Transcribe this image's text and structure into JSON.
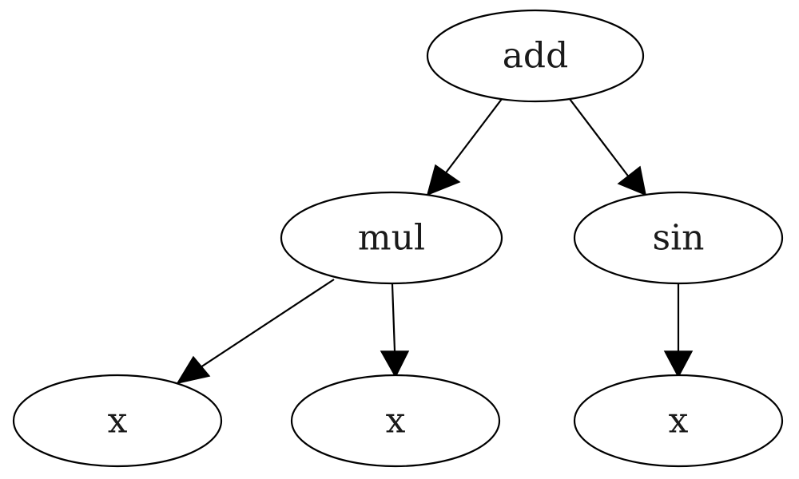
{
  "diagram": {
    "type": "expression-tree",
    "colors": {
      "node_fill": "#ffffff",
      "stroke": "#000000",
      "text": "#1a1a1a"
    },
    "nodes": [
      {
        "id": "n0",
        "label": "add"
      },
      {
        "id": "n1",
        "label": "mul"
      },
      {
        "id": "n2",
        "label": "sin"
      },
      {
        "id": "n3",
        "label": "x"
      },
      {
        "id": "n4",
        "label": "x"
      },
      {
        "id": "n5",
        "label": "x"
      }
    ],
    "edges": [
      {
        "from": "n0",
        "to": "n1"
      },
      {
        "from": "n0",
        "to": "n2"
      },
      {
        "from": "n1",
        "to": "n3"
      },
      {
        "from": "n1",
        "to": "n4"
      },
      {
        "from": "n2",
        "to": "n5"
      }
    ]
  }
}
